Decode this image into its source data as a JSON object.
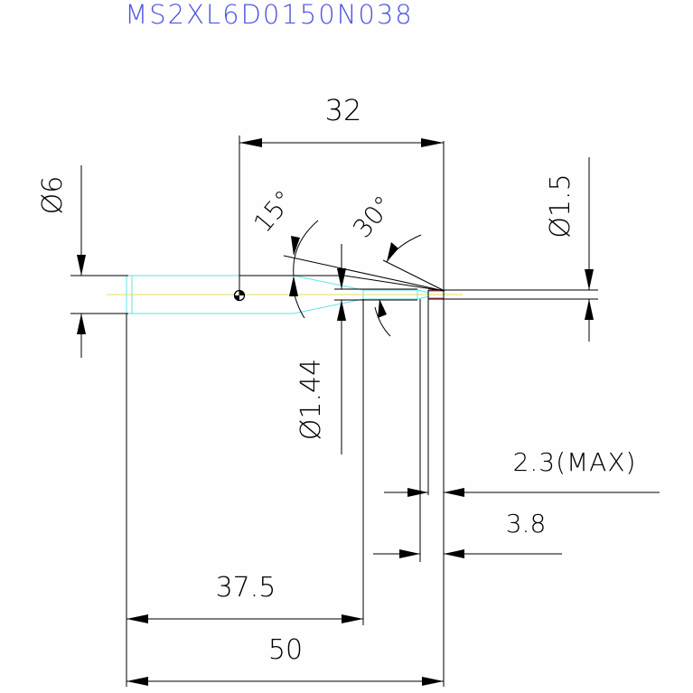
{
  "part_number": "MS2XL6D0150N038",
  "dimensions": {
    "shank_diameter": "Ø6",
    "tip_diameter": "Ø1.5",
    "neck_diameter": "Ø1.44",
    "edge_to_shank_step": "32",
    "neck_length": "37.5",
    "overall_length": "50",
    "flute_length": "2.3(MAX)",
    "effective_length": "3.8",
    "shank_taper_angle": "15°",
    "tip_taper_angle": "30°"
  },
  "colors": {
    "lines": "#000000",
    "label_title": "#4b55e0",
    "tool_outline": "#5ce6ea",
    "centerline": "#e8e060",
    "tip_accent": "#e04060"
  }
}
